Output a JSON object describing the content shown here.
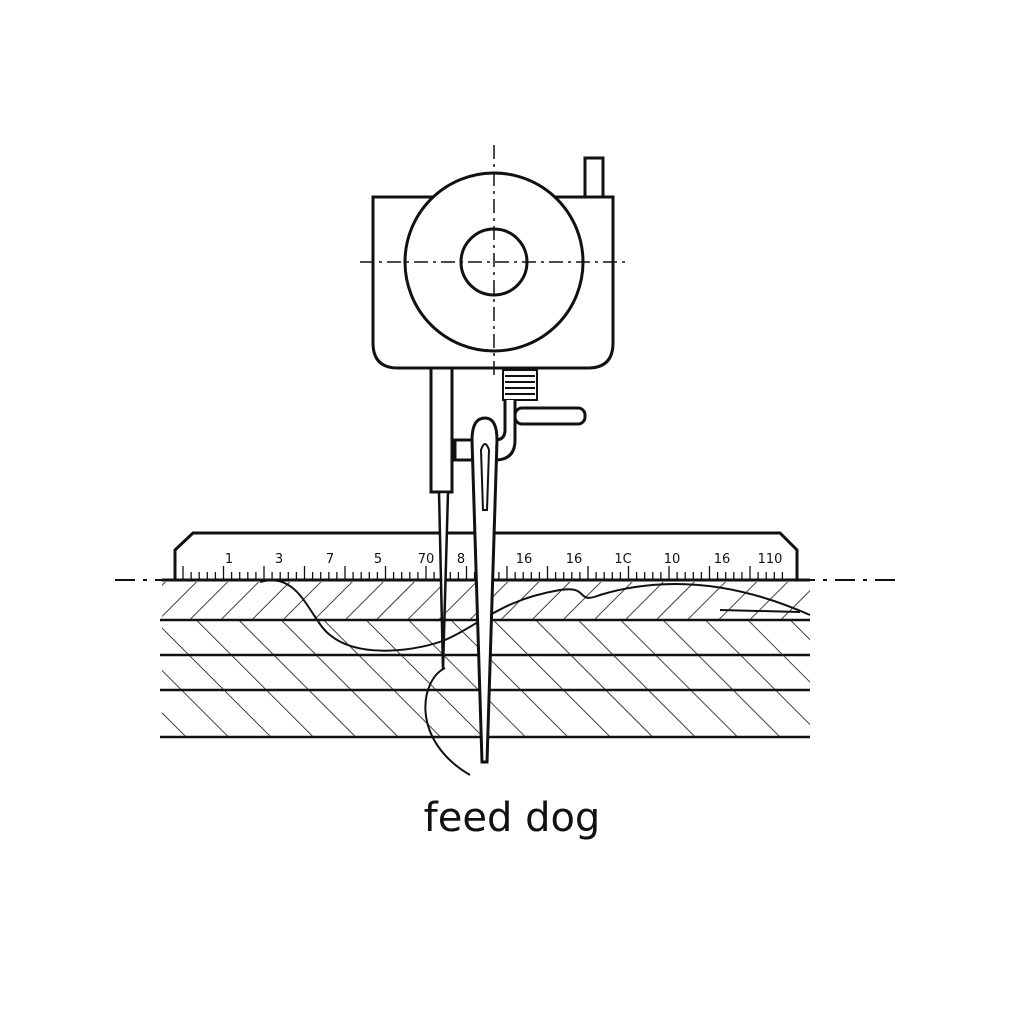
{
  "caption": "feed dog",
  "ruler": {
    "labels": [
      "1",
      "3",
      "7",
      "5",
      "70",
      "8",
      "16",
      "16",
      "1C",
      "10",
      "16",
      "110"
    ]
  },
  "colors": {
    "line": "#111111",
    "background": "#ffffff"
  }
}
